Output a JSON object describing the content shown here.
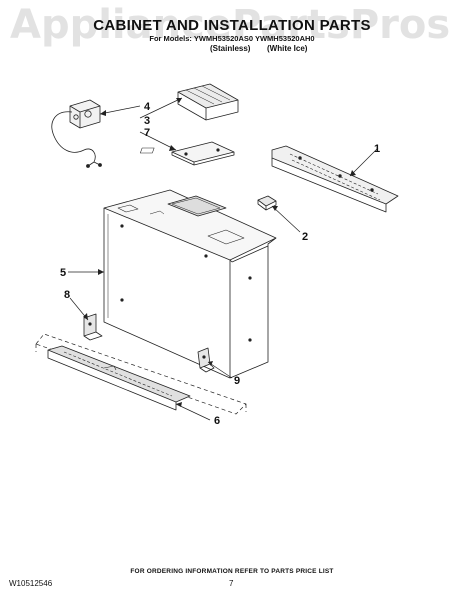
{
  "watermark": "AppliancePartsPros.com",
  "header": {
    "title": "CABINET AND INSTALLATION PARTS",
    "subtitle": "For Models: YWMH53520AS0 YWMH53520AH0",
    "variant_1": "(Stainless)",
    "variant_2": "(White Ice)"
  },
  "callouts": [
    "1",
    "2",
    "3",
    "4",
    "5",
    "6",
    "7",
    "8",
    "9"
  ],
  "footer": {
    "ordering_note": "FOR ORDERING INFORMATION REFER TO PARTS PRICE LIST",
    "doc_id": "W10512546",
    "page": "7"
  }
}
